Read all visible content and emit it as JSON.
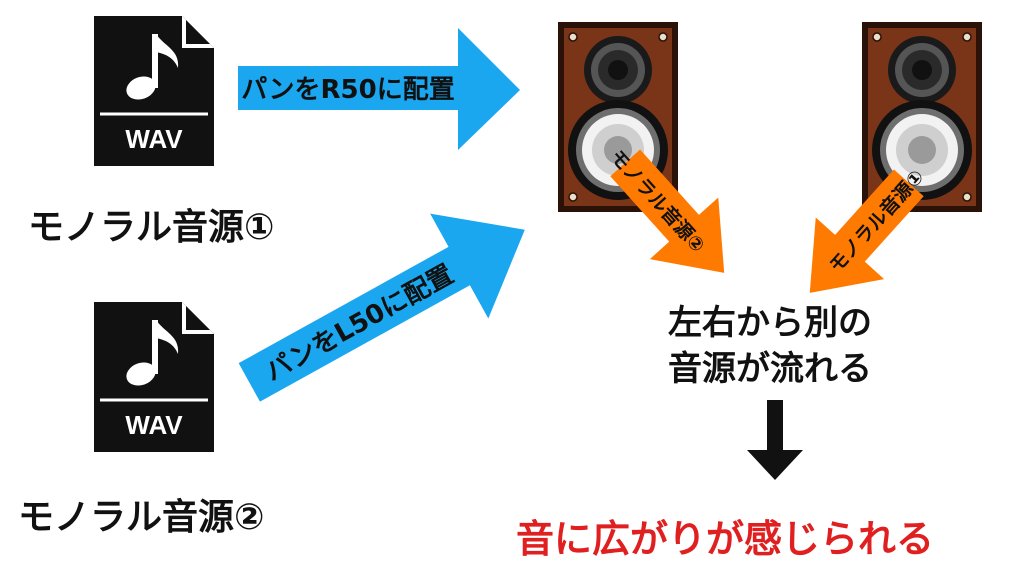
{
  "colors": {
    "arrow_blue": "#1aa7f0",
    "arrow_orange": "#ff7a00",
    "speaker_wood": "#7a3418",
    "speaker_frame": "#2b1208",
    "highlight_red": "#e02020",
    "text_dark": "#111111"
  },
  "sources": [
    {
      "file_label": "WAV",
      "icon": "music-note-file-icon",
      "label": "モノラル音源①"
    },
    {
      "file_label": "WAV",
      "icon": "music-note-file-icon",
      "label": "モノラル音源②"
    }
  ],
  "pan_arrows": [
    {
      "label": "パンをR50に配置"
    },
    {
      "label": "パンをL50に配置"
    }
  ],
  "speakers": [
    {
      "icon": "speaker-icon",
      "output_label": "モノラル音源②"
    },
    {
      "icon": "speaker-icon",
      "output_label": "モノラル音源①"
    }
  ],
  "result": {
    "line1": "左右から別の",
    "line2": "音源が流れる"
  },
  "conclusion": "音に広がりが感じられる"
}
